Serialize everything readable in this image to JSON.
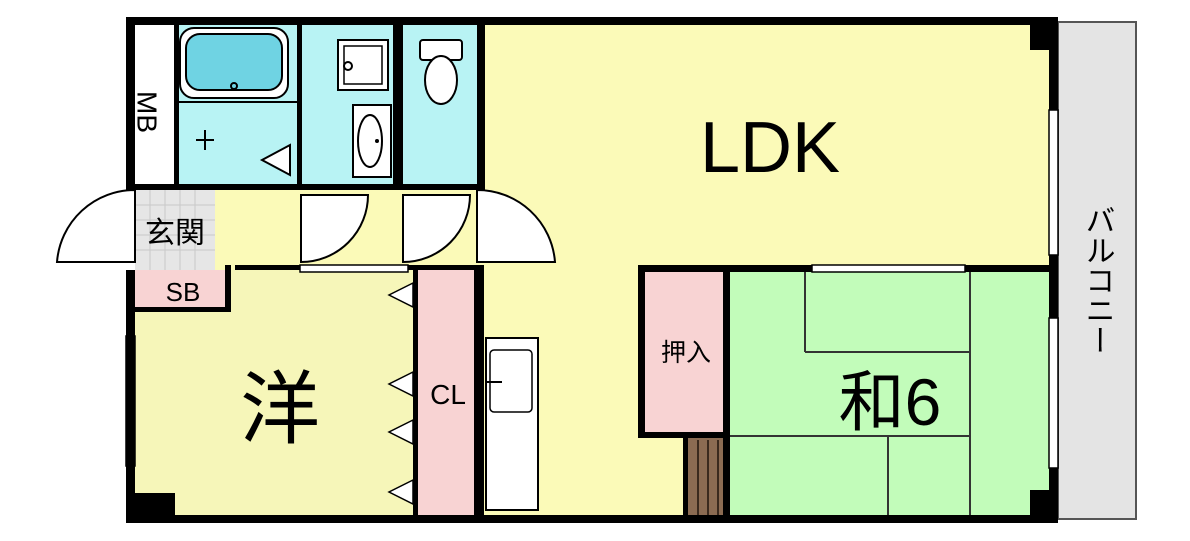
{
  "colors": {
    "ldk": "#FBFAB8",
    "western": "#F6F6B9",
    "wet": "#B8F3F4",
    "closet": "#F8D3D3",
    "tatami": "#C2FCBA",
    "genkan": "#E6E6E6",
    "balcony": "#E4E4E4",
    "wall": "#000000",
    "stair": "#8B6B52"
  },
  "labels": {
    "ldk": "LDK",
    "balcony": "バルコニー",
    "washitsu": "和6",
    "western": "洋",
    "oshiire": "押入",
    "closet": "CL",
    "genkan": "玄関",
    "shoebox": "SB",
    "meter_box": "MB"
  }
}
